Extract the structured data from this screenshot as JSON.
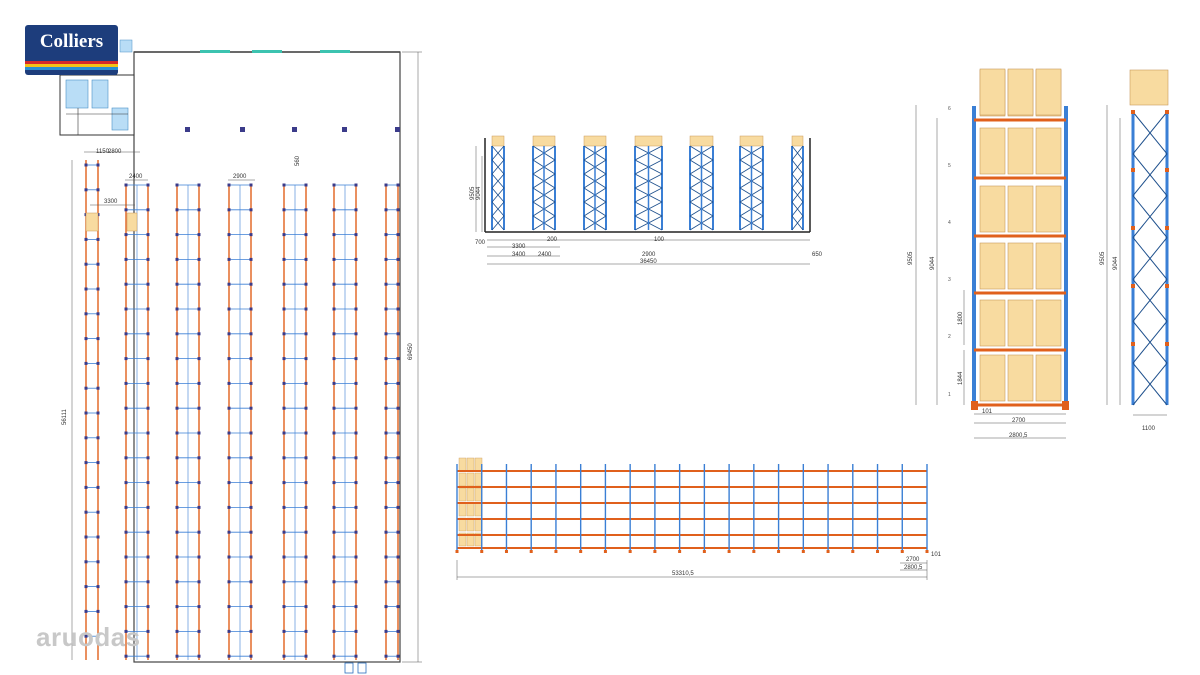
{
  "brand": {
    "logo_text": "Colliers",
    "watermark": "aruodas"
  },
  "colors": {
    "upright": "#3a7fd5",
    "beam": "#e0601c",
    "pallet": "#f8dba0",
    "pallet_edge": "#c99a5b",
    "logo_bg": "#1d3d7c",
    "floor_line": "#333333"
  },
  "floor_plan": {
    "dims": {
      "top_a": "1150",
      "top_b": "2800",
      "row_a": "2400",
      "row_b": "2900",
      "row_c": "560",
      "gap": "3300",
      "length": "56111",
      "total": "69450"
    },
    "rack_rows": 7
  },
  "front_view": {
    "height_total": "9505",
    "height_inner": "9044",
    "dims": [
      "700",
      "3300",
      "3400",
      "2400",
      "200",
      "2900",
      "36450",
      "100",
      "650"
    ]
  },
  "rack_elevation": {
    "height_total": "9505",
    "height_inner": "9044",
    "level_h": "1800",
    "bottom_h": "1844",
    "beam": "101",
    "bay": "2700",
    "overall": "2800,5",
    "levels": [
      "1",
      "2",
      "3",
      "4",
      "5",
      "6"
    ]
  },
  "side_elevation": {
    "height_total": "9505",
    "height_inner": "9044",
    "depth": "1100"
  },
  "long_elevation": {
    "length": "53310,5",
    "bay": "2700",
    "overall": "2800,5",
    "beam": "101"
  }
}
